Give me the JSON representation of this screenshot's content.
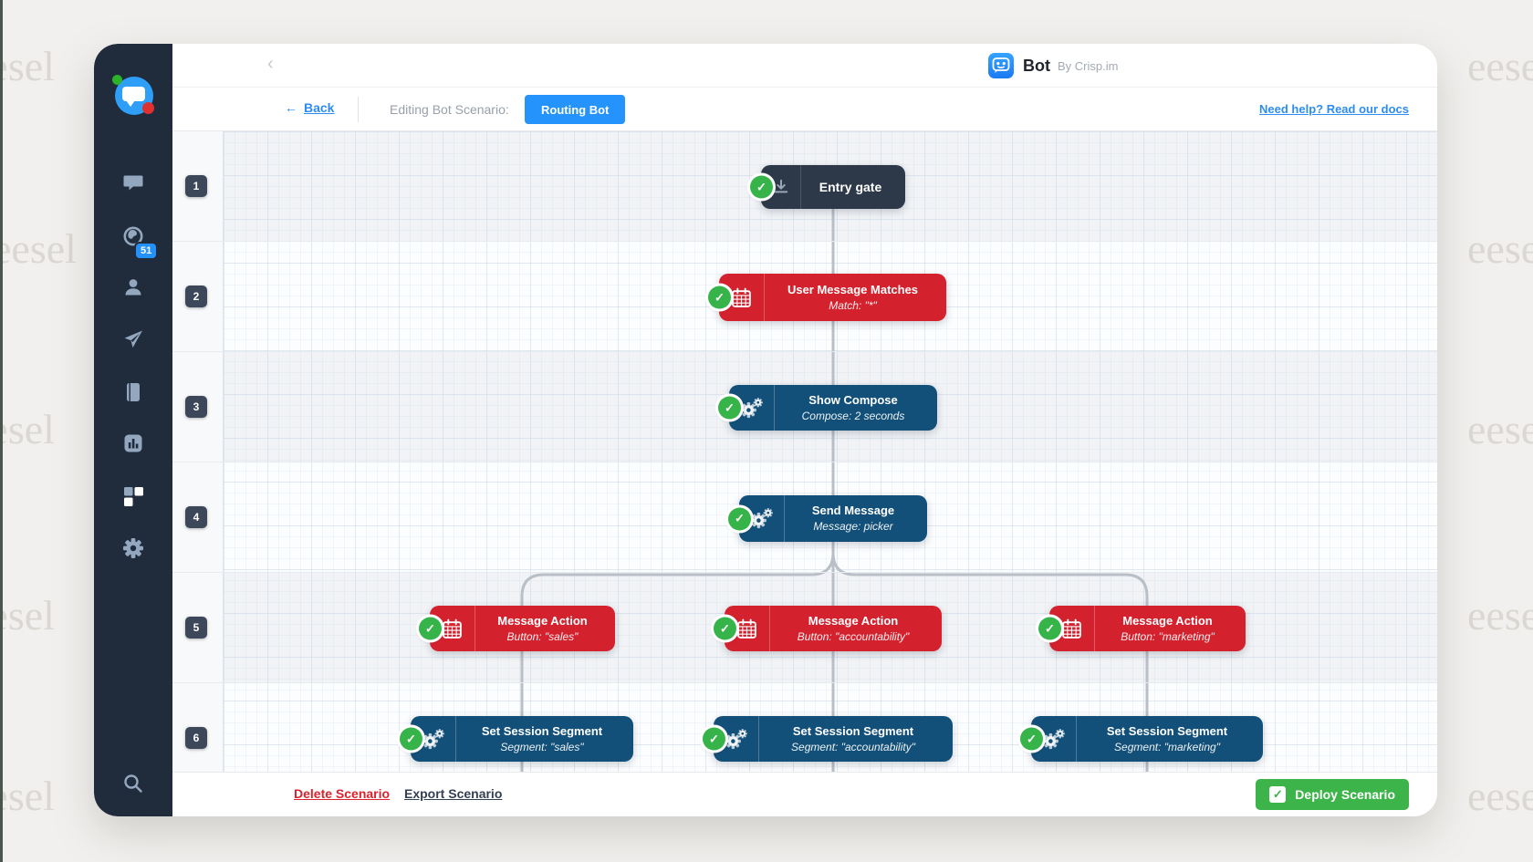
{
  "page": {
    "watermark_text": "eesel"
  },
  "sidebar": {
    "unread_badge": "51",
    "icons": [
      "chat",
      "visitors-globe",
      "contacts-person",
      "campaigns-plane",
      "helpdesk-book",
      "analytics-chart",
      "plugins-grid",
      "settings-gear",
      "search"
    ]
  },
  "header": {
    "title": "Bot",
    "byline": "By Crisp.im",
    "back_chevron": "‹"
  },
  "toolbar": {
    "back_arrow": "←",
    "back_label": "Back",
    "editing_label": "Editing Bot Scenario:",
    "scenario_button": "Routing Bot",
    "help_link": "Need help? Read our docs"
  },
  "canvas": {
    "row_labels": [
      "1",
      "2",
      "3",
      "4",
      "5",
      "6"
    ],
    "nodes": [
      {
        "title": "Entry gate",
        "subtitle": "",
        "state": "completed"
      },
      {
        "title": "User Message Matches",
        "subtitle": "Match: \"*\"",
        "state": "completed"
      },
      {
        "title": "Show Compose",
        "subtitle": "Compose: 2 seconds",
        "state": "completed"
      },
      {
        "title": "Send Message",
        "subtitle": "Message: picker",
        "state": "completed"
      },
      {
        "title": "Message Action",
        "subtitle": "Button: \"sales\"",
        "state": "completed"
      },
      {
        "title": "Message Action",
        "subtitle": "Button: \"accountability\"",
        "state": "completed"
      },
      {
        "title": "Message Action",
        "subtitle": "Button: \"marketing\"",
        "state": "completed"
      },
      {
        "title": "Set Session Segment",
        "subtitle": "Segment: \"sales\"",
        "state": "completed"
      },
      {
        "title": "Set Session Segment",
        "subtitle": "Segment: \"accountability\"",
        "state": "completed"
      },
      {
        "title": "Set Session Segment",
        "subtitle": "Segment: \"marketing\"",
        "state": "completed"
      }
    ],
    "check_glyph": "✓"
  },
  "footer": {
    "delete_label": "Delete Scenario",
    "export_label": "Export Scenario",
    "deploy_label": "Deploy Scenario",
    "deploy_check": "✓"
  },
  "colors": {
    "accent_blue": "#2493fb",
    "link_blue": "#2e8df0",
    "node_red": "#d4212e",
    "node_blue": "#125079",
    "node_dark": "#2d3949",
    "success_green": "#36b44a",
    "deploy_green": "#3cb449",
    "delete_red": "#d9232e",
    "sidebar_bg": "#202b3c"
  }
}
